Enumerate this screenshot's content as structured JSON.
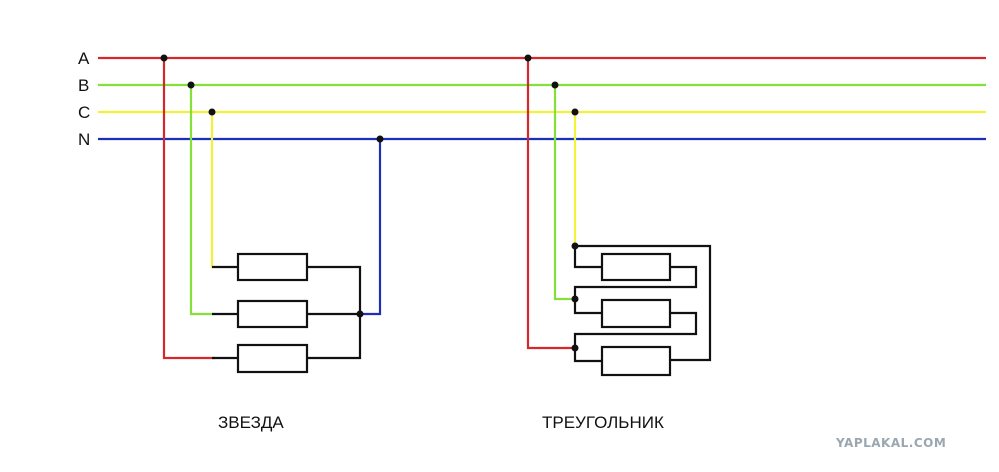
{
  "lines": [
    {
      "label": "A",
      "color": "#d4282d"
    },
    {
      "label": "B",
      "color": "#86e03a"
    },
    {
      "label": "C",
      "color": "#f2f23a"
    },
    {
      "label": "N",
      "color": "#1c2fb8"
    }
  ],
  "captions": {
    "star": "ЗВЕЗДА",
    "delta": "ТРЕУГОЛЬНИК"
  },
  "watermark": "YAPLAKAL.COM"
}
